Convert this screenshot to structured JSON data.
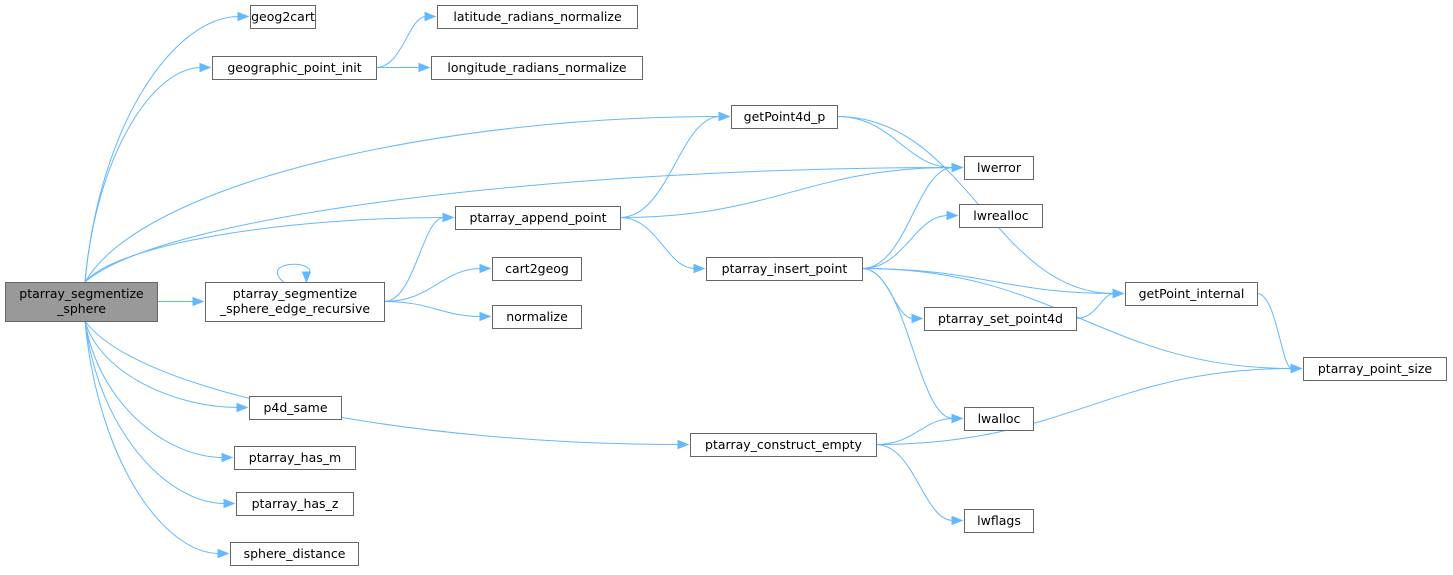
{
  "graph": {
    "title": "Call graph of ptarray_segmentize_sphere",
    "edge_color": "#63b8ff",
    "root_fill": "#999999",
    "nodes": [
      {
        "id": "root",
        "lines": [
          "ptarray_segmentize",
          "_sphere"
        ]
      },
      {
        "id": "geog2cart",
        "lines": [
          "geog2cart"
        ]
      },
      {
        "id": "gpi",
        "lines": [
          "geographic_point_init"
        ]
      },
      {
        "id": "lat",
        "lines": [
          "latitude_radians_normalize"
        ]
      },
      {
        "id": "lon",
        "lines": [
          "longitude_radians_normalize"
        ]
      },
      {
        "id": "gp4d",
        "lines": [
          "getPoint4d_p"
        ]
      },
      {
        "id": "lwerror",
        "lines": [
          "lwerror"
        ]
      },
      {
        "id": "append",
        "lines": [
          "ptarray_append_point"
        ]
      },
      {
        "id": "lwrealloc",
        "lines": [
          "lwrealloc"
        ]
      },
      {
        "id": "rec",
        "lines": [
          "ptarray_segmentize",
          "_sphere_edge_recursive"
        ]
      },
      {
        "id": "cart2geog",
        "lines": [
          "cart2geog"
        ]
      },
      {
        "id": "insert",
        "lines": [
          "ptarray_insert_point"
        ]
      },
      {
        "id": "gpint",
        "lines": [
          "getPoint_internal"
        ]
      },
      {
        "id": "normalize",
        "lines": [
          "normalize"
        ]
      },
      {
        "id": "setp4d",
        "lines": [
          "ptarray_set_point4d"
        ]
      },
      {
        "id": "psize",
        "lines": [
          "ptarray_point_size"
        ]
      },
      {
        "id": "p4dsame",
        "lines": [
          "p4d_same"
        ]
      },
      {
        "id": "lwalloc",
        "lines": [
          "lwalloc"
        ]
      },
      {
        "id": "construct",
        "lines": [
          "ptarray_construct_empty"
        ]
      },
      {
        "id": "hasm",
        "lines": [
          "ptarray_has_m"
        ]
      },
      {
        "id": "lwflags",
        "lines": [
          "lwflags"
        ]
      },
      {
        "id": "hasz",
        "lines": [
          "ptarray_has_z"
        ]
      },
      {
        "id": "sdist",
        "lines": [
          "sphere_distance"
        ]
      }
    ],
    "edges": [
      [
        "root",
        "geog2cart"
      ],
      [
        "root",
        "gpi"
      ],
      [
        "root",
        "gp4d"
      ],
      [
        "root",
        "lwerror"
      ],
      [
        "root",
        "append"
      ],
      [
        "root",
        "rec"
      ],
      [
        "root",
        "construct"
      ],
      [
        "root",
        "p4dsame"
      ],
      [
        "root",
        "hasm"
      ],
      [
        "root",
        "hasz"
      ],
      [
        "root",
        "sdist"
      ],
      [
        "gpi",
        "lat"
      ],
      [
        "gpi",
        "lon"
      ],
      [
        "gp4d",
        "lwerror"
      ],
      [
        "gp4d",
        "gpint"
      ],
      [
        "append",
        "gp4d"
      ],
      [
        "append",
        "lwerror"
      ],
      [
        "append",
        "insert"
      ],
      [
        "rec",
        "rec"
      ],
      [
        "rec",
        "append"
      ],
      [
        "rec",
        "cart2geog"
      ],
      [
        "rec",
        "normalize"
      ],
      [
        "insert",
        "lwerror"
      ],
      [
        "insert",
        "lwrealloc"
      ],
      [
        "insert",
        "gpint"
      ],
      [
        "insert",
        "setp4d"
      ],
      [
        "insert",
        "psize"
      ],
      [
        "insert",
        "lwalloc"
      ],
      [
        "setp4d",
        "gpint"
      ],
      [
        "gpint",
        "psize"
      ],
      [
        "construct",
        "lwalloc"
      ],
      [
        "construct",
        "psize"
      ],
      [
        "construct",
        "lwflags"
      ]
    ]
  }
}
